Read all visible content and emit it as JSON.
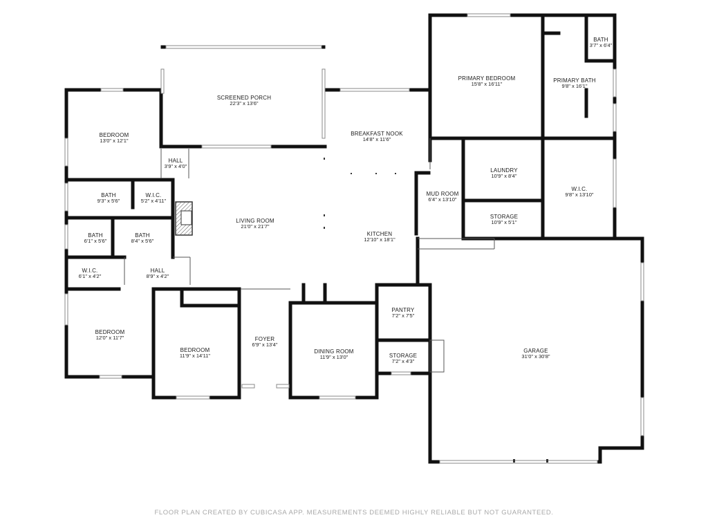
{
  "rooms": {
    "screened_porch": {
      "name": "SCREENED PORCH",
      "dim": "22'3\" x 13'6\""
    },
    "bedroom_nw": {
      "name": "BEDROOM",
      "dim": "13'0\" x 12'1\""
    },
    "hall_1": {
      "name": "HALL",
      "dim": "3'9\" x 4'0\""
    },
    "bath_1": {
      "name": "BATH",
      "dim": "9'3\" x 5'6\""
    },
    "wic_1": {
      "name": "W.I.C.",
      "dim": "5'2\" x 4'11\""
    },
    "bath_2": {
      "name": "BATH",
      "dim": "6'1\" x 5'6\""
    },
    "bath_3": {
      "name": "BATH",
      "dim": "8'4\" x 5'6\""
    },
    "wic_2": {
      "name": "W.I.C.",
      "dim": "6'1\" x 4'2\""
    },
    "hall_2": {
      "name": "HALL",
      "dim": "8'9\" x 4'2\""
    },
    "bedroom_sw": {
      "name": "BEDROOM",
      "dim": "12'0\" x 11'7\""
    },
    "bedroom_s": {
      "name": "BEDROOM",
      "dim": "11'9\" x 14'11\""
    },
    "living_room": {
      "name": "LIVING ROOM",
      "dim": "21'0\" x 21'7\""
    },
    "foyer": {
      "name": "FOYER",
      "dim": "6'9\" x 13'4\""
    },
    "dining_room": {
      "name": "DINING ROOM",
      "dim": "11'9\" x 13'0\""
    },
    "breakfast_nook": {
      "name": "BREAKFAST NOOK",
      "dim": "14'8\" x 11'6\""
    },
    "kitchen": {
      "name": "KITCHEN",
      "dim": "12'10\" x 18'1\""
    },
    "pantry": {
      "name": "PANTRY",
      "dim": "7'2\" x 7'5\""
    },
    "storage_1": {
      "name": "STORAGE",
      "dim": "7'2\" x 4'3\""
    },
    "primary_bedroom": {
      "name": "PRIMARY BEDROOM",
      "dim": "15'8\" x 16'11\""
    },
    "primary_bath": {
      "name": "PRIMARY BATH",
      "dim": "9'8\" x 16'1\""
    },
    "bath_4": {
      "name": "BATH",
      "dim": "3'7\" x 6'4\""
    },
    "mud_room": {
      "name": "MUD ROOM",
      "dim": "6'4\" x 13'10\""
    },
    "laundry": {
      "name": "LAUNDRY",
      "dim": "10'9\" x 8'4\""
    },
    "wic_3": {
      "name": "W.I.C.",
      "dim": "9'8\" x 13'10\""
    },
    "storage_2": {
      "name": "STORAGE",
      "dim": "10'9\" x 5'1\""
    },
    "garage": {
      "name": "GARAGE",
      "dim": "31'0\" x 30'8\""
    }
  },
  "footer": "FLOOR PLAN CREATED BY CUBICASA APP. MEASUREMENTS DEEMED HIGHLY RELIABLE BUT NOT GUARANTEED."
}
